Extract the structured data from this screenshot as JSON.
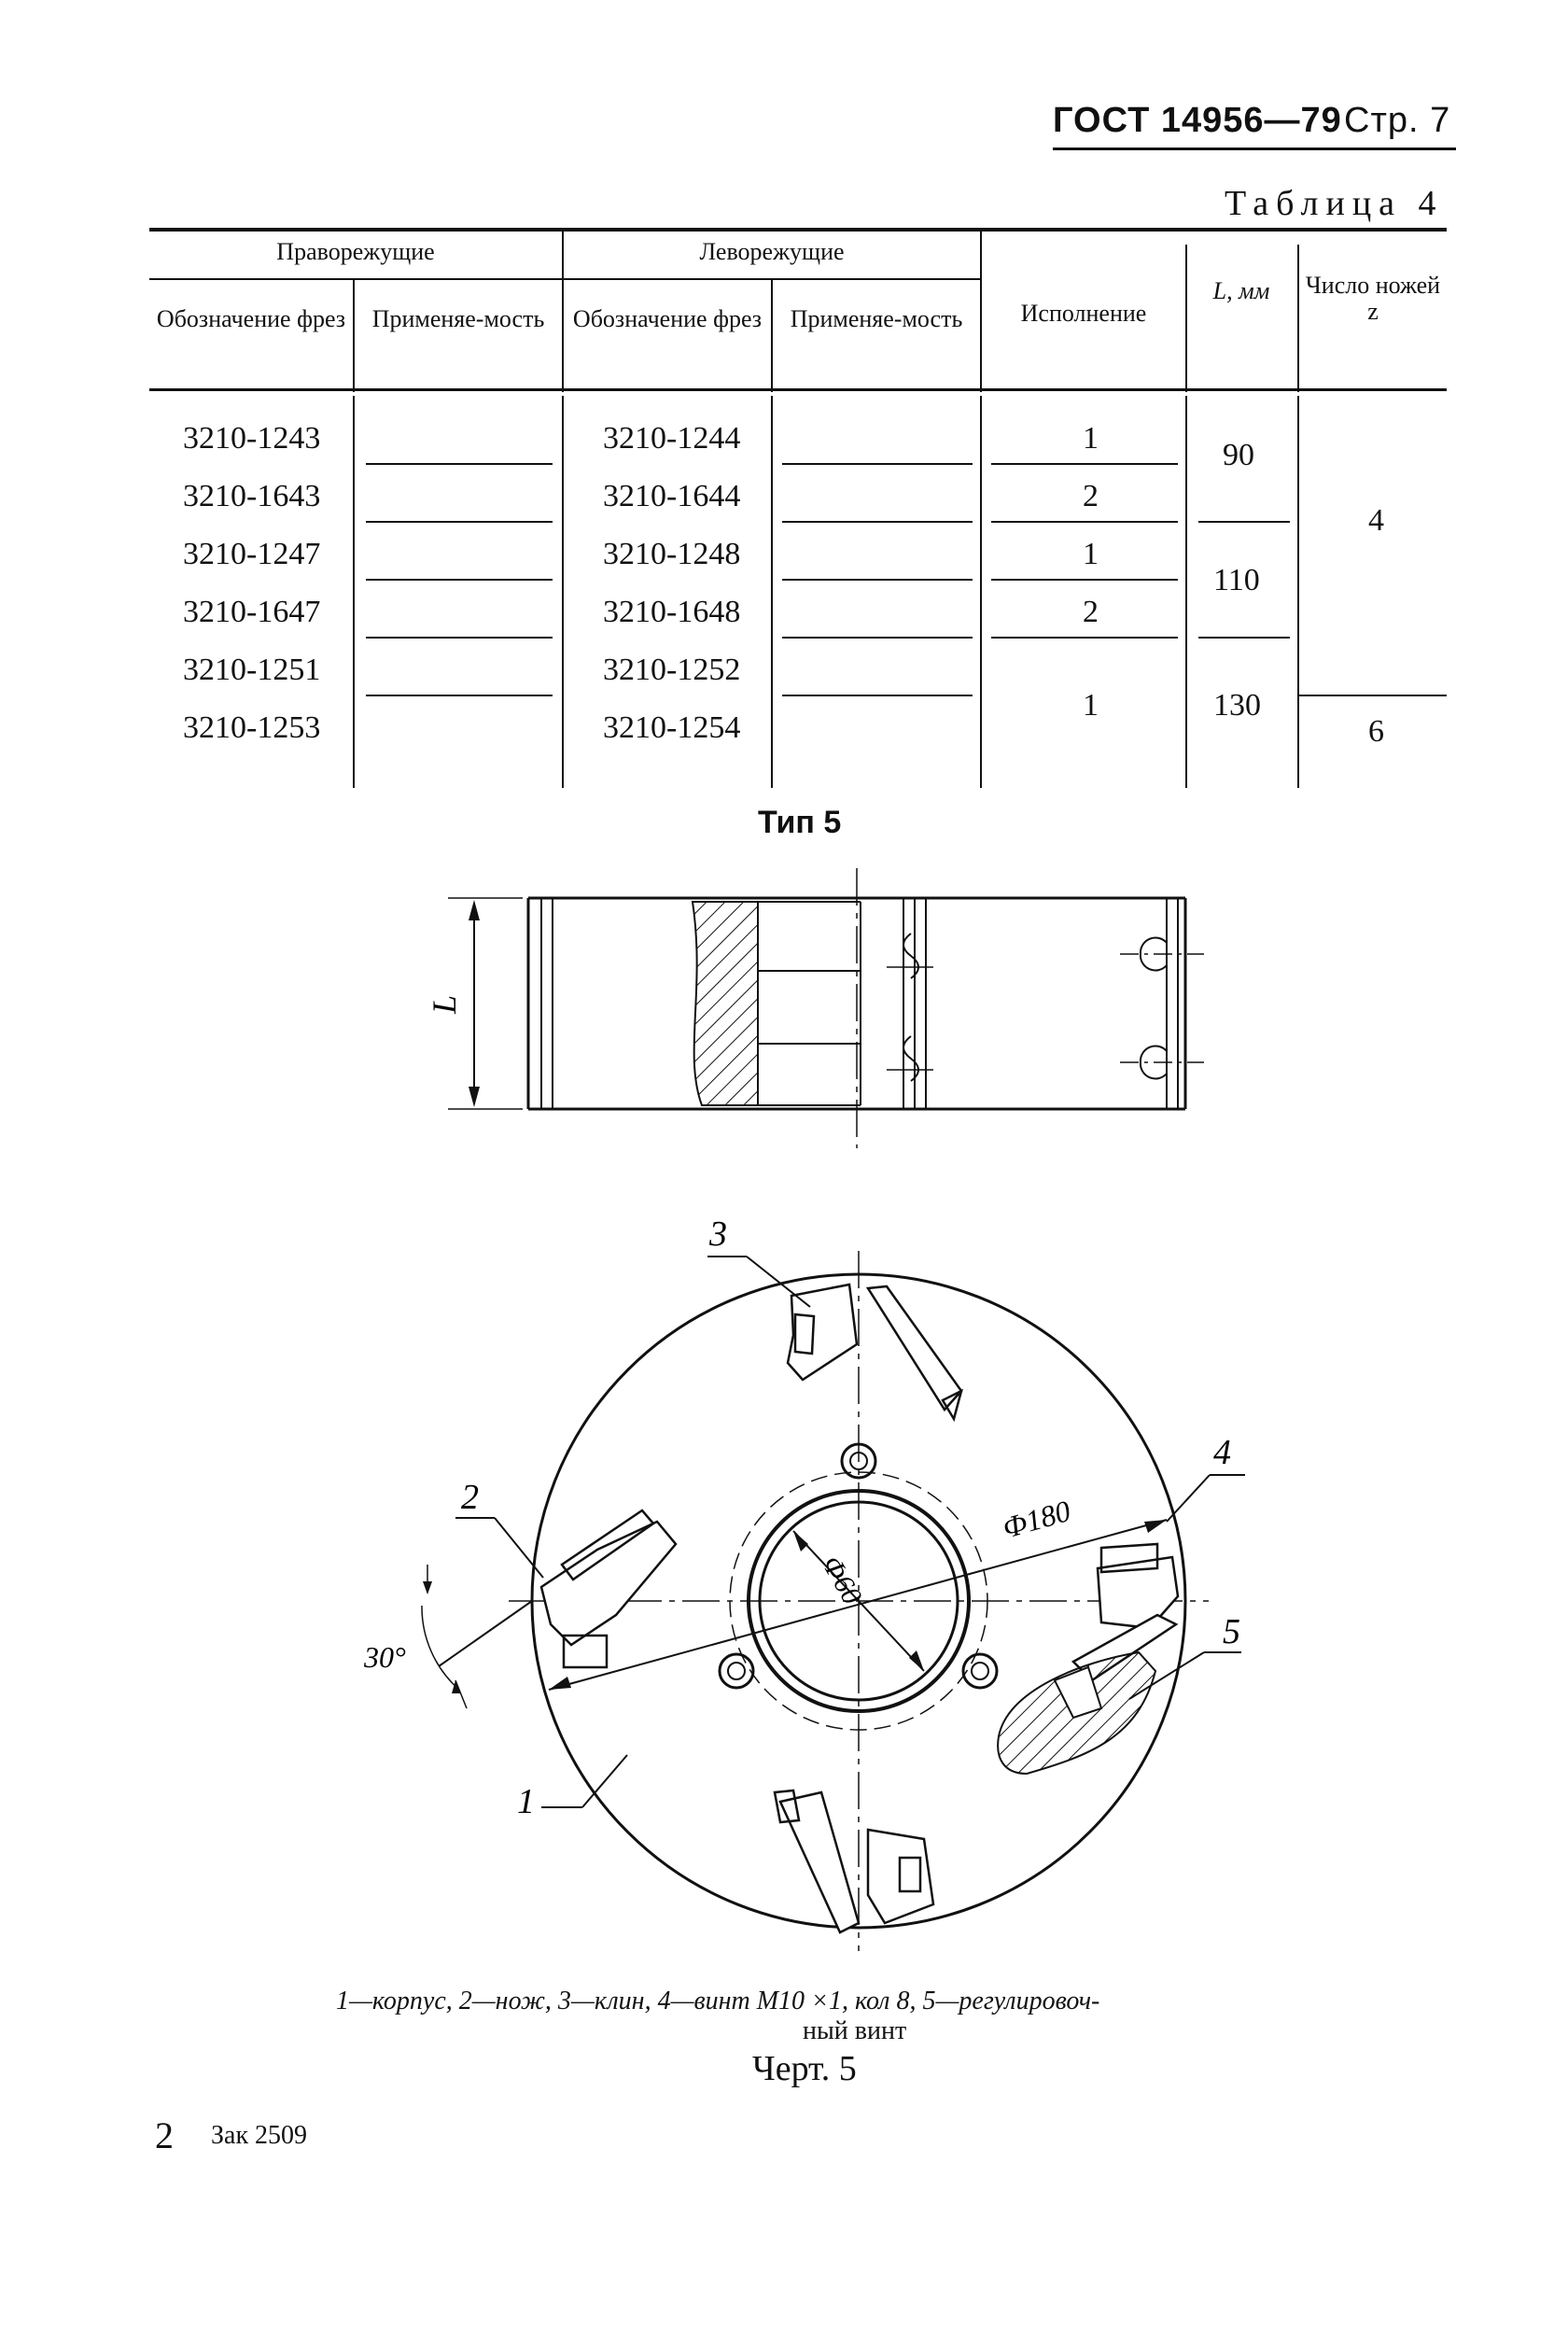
{
  "header": {
    "standard": "ГОСТ 14956—79",
    "page": "Стр. 7"
  },
  "table": {
    "caption": "Таблица 4",
    "group_right": "Праворежущие",
    "group_left": "Леворежущие",
    "col_designation": "Обозначение фрез",
    "col_applicability": "Применяе-мость",
    "col_execution": "Исполнение",
    "col_length": "L, мм",
    "col_knives": "Число ножей z",
    "rows": [
      {
        "right": "3210-1243",
        "left": "3210-1244"
      },
      {
        "right": "3210-1643",
        "left": "3210-1644"
      },
      {
        "right": "3210-1247",
        "left": "3210-1248"
      },
      {
        "right": "3210-1647",
        "left": "3210-1648"
      },
      {
        "right": "3210-1251",
        "left": "3210-1252"
      },
      {
        "right": "3210-1253",
        "left": "3210-1254"
      }
    ],
    "execution_values": [
      "1",
      "2",
      "1",
      "2",
      "1"
    ],
    "length_values": [
      "90",
      "110",
      "130"
    ],
    "knives_values": [
      "4",
      "6"
    ]
  },
  "drawing": {
    "type_label": "Тип 5",
    "dim_L": "L",
    "dim_d60": "Ф60",
    "dim_d180": "Ф180",
    "angle": "30°",
    "callouts": [
      "1",
      "2",
      "3",
      "4",
      "5"
    ]
  },
  "legend": {
    "line1": "1—корпус, 2—нож, 3—клин, 4—винт М10 ×1, кол 8, 5—регулировоч-",
    "line2": "ный винт"
  },
  "figure_label": "Черт. 5",
  "footer": {
    "page_number": "2",
    "order": "Зак 2509"
  }
}
